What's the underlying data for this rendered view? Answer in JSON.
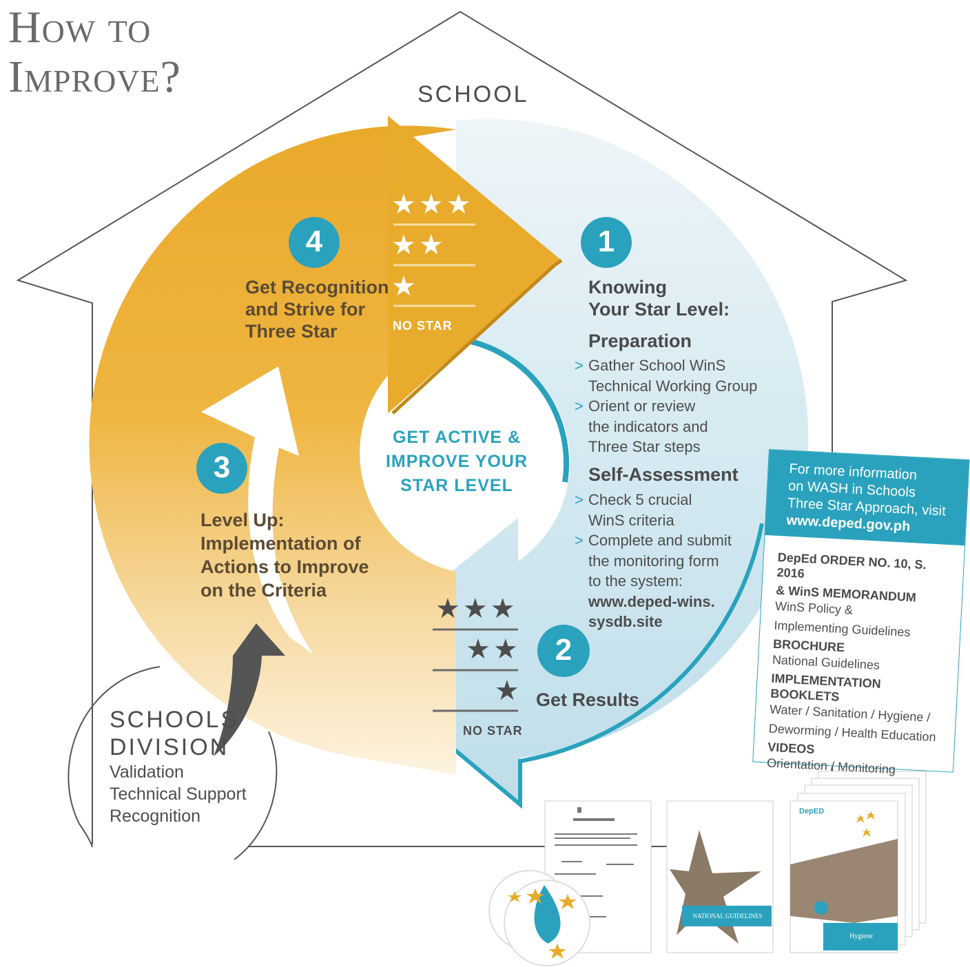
{
  "title_line1": "How to",
  "title_line2": "Improve?",
  "school_label": "SCHOOL",
  "center_text": [
    "GET ACTIVE &",
    "IMPROVE YOUR",
    "STAR LEVEL"
  ],
  "colors": {
    "orange": "#e8ab2c",
    "blue": "#2aa2bd",
    "light_blue": "#cfe6ef",
    "gray_arrow": "#555555"
  },
  "steps": {
    "step1": {
      "number": "1",
      "title": [
        "Knowing",
        "Your Star Level:"
      ],
      "preparation": {
        "heading": "Preparation",
        "bullets": [
          [
            "Gather School WinS",
            "Technical Working Group"
          ],
          [
            "Orient or review",
            "the indicators and",
            "Three Star steps"
          ]
        ]
      },
      "self_assessment": {
        "heading": "Self-Assessment",
        "bullets": [
          [
            "Check 5 crucial",
            "WinS criteria"
          ],
          [
            "Complete and submit",
            "the monitoring form",
            "to the system:"
          ]
        ],
        "link": [
          "www.deped-wins.",
          "sysdb.site"
        ]
      }
    },
    "step2": {
      "number": "2",
      "title": "Get Results"
    },
    "step3": {
      "number": "3",
      "title": [
        "Level Up:",
        "Implementation of",
        "Actions to Improve",
        "on the Criteria"
      ]
    },
    "step4": {
      "number": "4",
      "title": [
        "Get Recognition",
        "and Strive for",
        "Three Star"
      ]
    }
  },
  "star_levels": {
    "three": "★★★",
    "two": "★★",
    "one": "★",
    "none": "NO STAR"
  },
  "schools_division": {
    "heading": [
      "SCHOOLS",
      "DIVISION"
    ],
    "items": [
      "Validation",
      "Technical Support",
      "Recognition"
    ]
  },
  "info_panel": {
    "header": [
      "For more information",
      "on WASH in Schools",
      "Three Star Approach, visit"
    ],
    "url": "www.deped.gov.ph",
    "resources": [
      {
        "title": [
          "DepEd ORDER NO. 10, S. 2016",
          "& WinS MEMORANDUM"
        ],
        "desc": [
          "WinS Policy &",
          "Implementing Guidelines"
        ]
      },
      {
        "title": [
          "BROCHURE"
        ],
        "desc": [
          "National Guidelines"
        ]
      },
      {
        "title": [
          "IMPLEMENTATION BOOKLETS"
        ],
        "desc": [
          "Water / Sanitation / Hygiene /",
          "Deworming / Health Education"
        ]
      },
      {
        "title": [
          "VIDEOS"
        ],
        "desc": [
          "Orientation / Monitoring"
        ]
      }
    ]
  },
  "thumbnails": {
    "brochure_caption": "NATIONAL GUIDELINES",
    "booklet_logo": "DepED",
    "booklet_caption": "Hygiene"
  }
}
